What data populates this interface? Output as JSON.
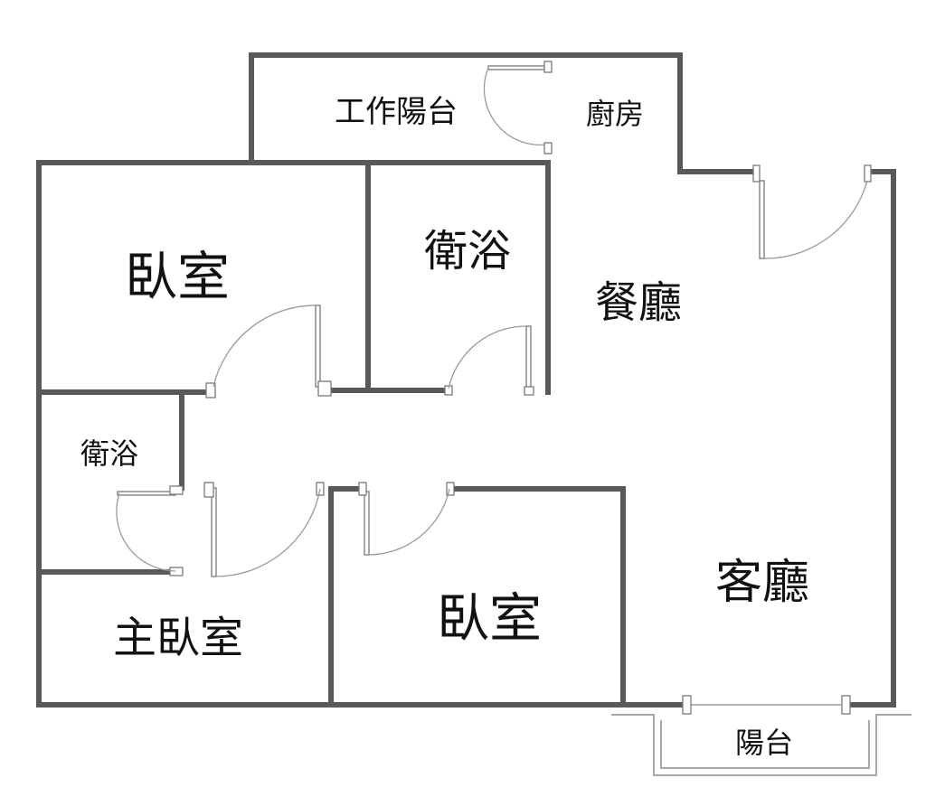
{
  "rooms": {
    "laundry": "工作陽台",
    "kitchen": "廚房",
    "bedroom_top": "臥室",
    "bath_top": "衛浴",
    "dining": "餐廳",
    "bath_small": "衛浴",
    "master_bedroom": "主臥室",
    "bedroom_bottom": "臥室",
    "living": "客廳",
    "balcony": "陽台"
  },
  "colors": {
    "wall": "#595959",
    "door": "#8a8a8a",
    "balcony_outline": "#a8a8a8",
    "text": "#111111"
  }
}
